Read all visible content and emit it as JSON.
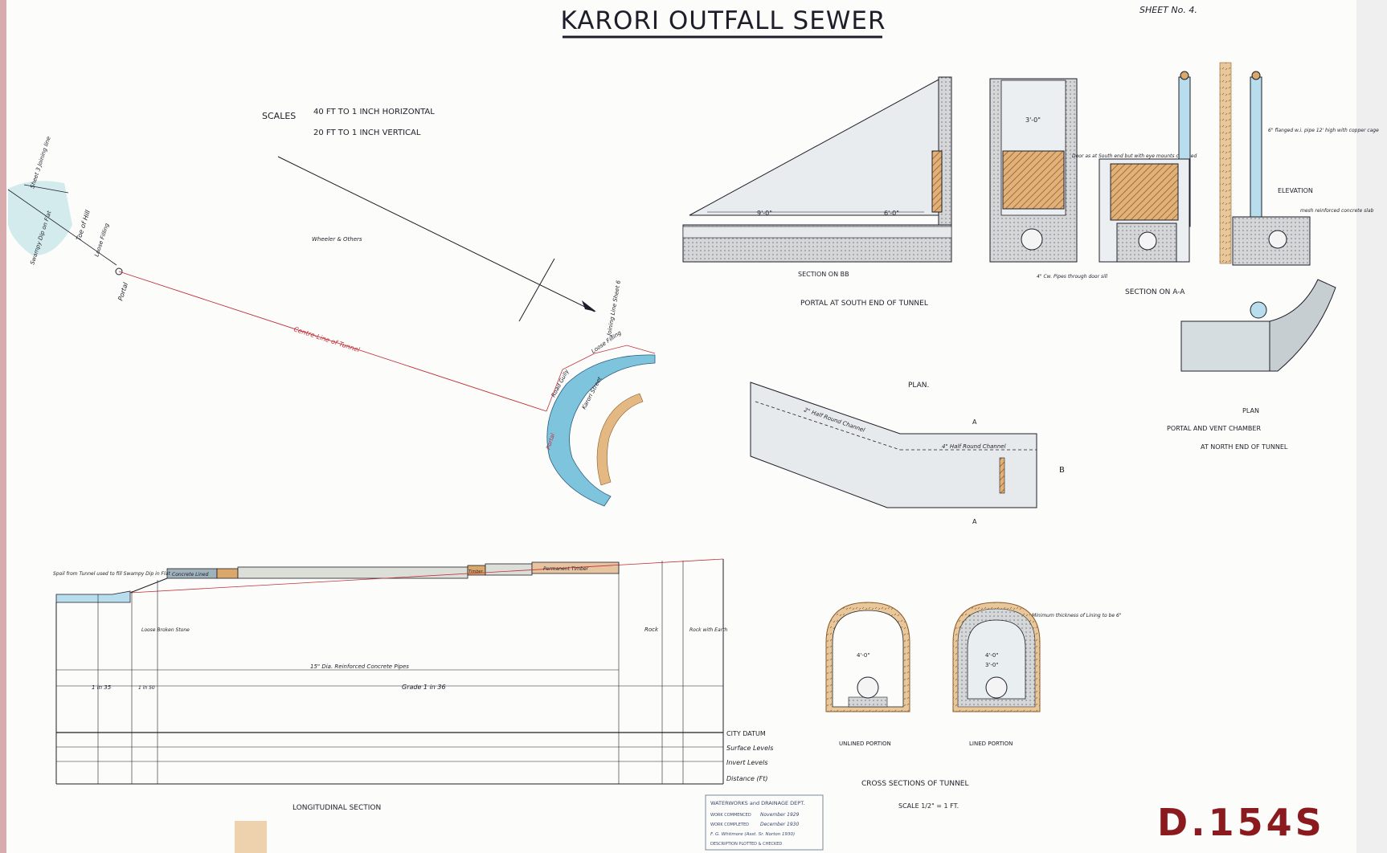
{
  "title": "KARORI OUTFALL SEWER",
  "sheet_no": "SHEET No. 4.",
  "scales": {
    "label": "SCALES",
    "horizontal": "40 FT TO 1 INCH HORIZONTAL",
    "vertical": "20 FT TO 1 INCH VERTICAL"
  },
  "plan_map": {
    "survey": "Wheeler & Others",
    "centre_line": "Centre-Line of Tunnel",
    "karori_street": "Karori Street",
    "road_gully": "Road Gully",
    "loose_filling": "Loose Filling",
    "toe_of_hill": "Toe of Hill",
    "swamp": "Swampy Dip on Flat",
    "sheet3": "Sheet 3 Joining line",
    "sheet6": "Joining Line Sheet 6",
    "portal_left": "Portal",
    "portal_right": "Portal"
  },
  "portal_south": {
    "section_bb": "SECTION ON BB",
    "title": "PORTAL AT SOUTH END OF TUNNEL",
    "dim_9": "9'-0\"",
    "dim_6": "6'-0\"",
    "dim_3": "3'-0\"",
    "door_note": "Door as at South end but with eye mounts changed",
    "pipes_note": "4\" Cw. Pipes through door sill",
    "section_aa": "SECTION ON A-A"
  },
  "portal_north": {
    "pipe_note": "6\" flanged w.i. pipe 12' high with copper cage",
    "elevation": "ELEVATION",
    "slab_note": "mesh reinforced concrete slab",
    "plan": "PLAN",
    "title_line1": "PORTAL AND VENT CHAMBER",
    "title_line2": "AT NORTH END OF TUNNEL"
  },
  "plan_view": {
    "title": "PLAN.",
    "channel1": "2\" Half Round Channel",
    "channel2": "4\" Half Round Channel",
    "label_b": "B",
    "label_a_top": "A",
    "label_a_bottom": "A"
  },
  "longitudinal": {
    "title": "LONGITUDINAL SECTION",
    "spoil_note": "Spoil from Tunnel used to fill Swampy Dip in Flat",
    "concrete_lined": "Concrete Lined",
    "timber": "Timber",
    "permanent_timber": "Permanent Timber",
    "pipes_note": "15\" Dia. Reinforced Concrete Pipes",
    "grade1": "1 in 35",
    "grade2": "1 in 50",
    "grade3": "Grade 1 in 36",
    "rock": "Rock",
    "rock_earth": "Rock with Earth",
    "loose_broken": "Loose Broken Stone",
    "city_datum": "CITY DATUM",
    "surface_levels": "Surface Levels",
    "invert_levels": "Invert Levels",
    "distance": "Distance (Ft)"
  },
  "cross_sections": {
    "title": "CROSS SECTIONS OF TUNNEL",
    "scale": "SCALE 1/2\" = 1 FT.",
    "unlined": "UNLINED PORTION",
    "lined": "LINED PORTION",
    "dim_unlined": "4'-0\"",
    "dim_lined1": "4'-0\"",
    "dim_lined2": "3'-0\"",
    "min_thickness": "Minimum thickness of Lining to be 6\""
  },
  "stamp": {
    "dept": "WATERWORKS and DRAINAGE DEPT.",
    "commenced_label": "WORK COMMENCED",
    "commenced": "November 1929",
    "completed_label": "WORK COMPLETED",
    "completed": "December 1930",
    "engineer": "F. G. Whitmore (Asst. Sr. Norton 1930)",
    "description": "DESCRIPTION PLOTTED & CHECKED"
  },
  "drawing_number": "D.154S",
  "colors": {
    "ink": "#1e1e2a",
    "red_ink": "#c0303a",
    "water": "#7ec4dc",
    "tunnel_fill": "#cfe4ee",
    "wood": "#d9a86a",
    "concrete": "#cfd2d4",
    "stamp_red": "#8a1a1e"
  }
}
